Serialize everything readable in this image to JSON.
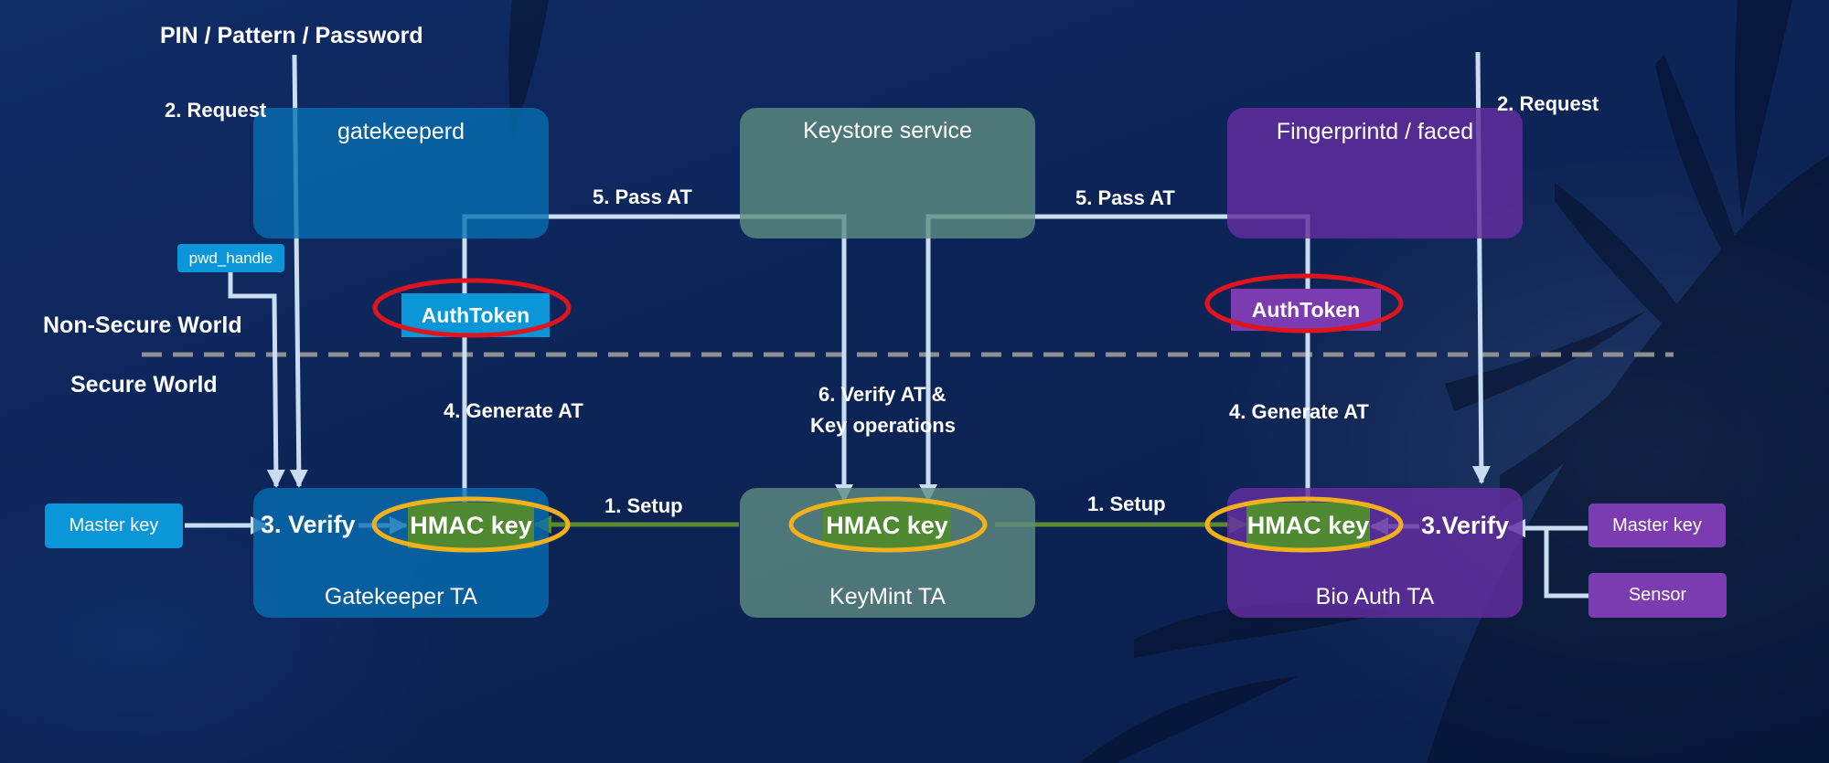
{
  "labels": {
    "pin_pattern_password": "PIN / Pattern / Password",
    "request_left": "2. Request",
    "request_right": "2. Request",
    "pass_at_left": "5. Pass AT",
    "pass_at_right": "5. Pass AT",
    "non_secure_world": "Non-Secure World",
    "secure_world": "Secure World",
    "generate_at_left": "4. Generate AT",
    "generate_at_right": "4. Generate AT",
    "verify_at_line1": "6. Verify AT &",
    "verify_at_line2": "Key operations",
    "setup_left": "1. Setup",
    "setup_right": "1. Setup",
    "verify_left": "3. Verify",
    "verify_right": "3.Verify"
  },
  "boxes": {
    "gatekeeperd": "gatekeeperd",
    "keystore_service": "Keystore service",
    "fingerprintd": "Fingerprintd / faced",
    "gatekeeper_ta": "Gatekeeper TA",
    "keymint_ta": "KeyMint TA",
    "bio_auth_ta": "Bio Auth TA"
  },
  "pills": {
    "pwd_handle": "pwd_handle",
    "master_key_left": "Master key",
    "master_key_right": "Master key",
    "sensor": "Sensor"
  },
  "tokens": {
    "hmac_left": "HMAC key",
    "hmac_center": "HMAC key",
    "hmac_right": "HMAC key",
    "authtoken_left": "AuthToken",
    "authtoken_right": "AuthToken"
  },
  "colors": {
    "arrow": "#c8ddf2",
    "setup_arrow": "#5c8a2f",
    "ellipse_red": "#e0141e",
    "ellipse_yellow": "#f2b11a",
    "divider": "#8f8f8f"
  }
}
